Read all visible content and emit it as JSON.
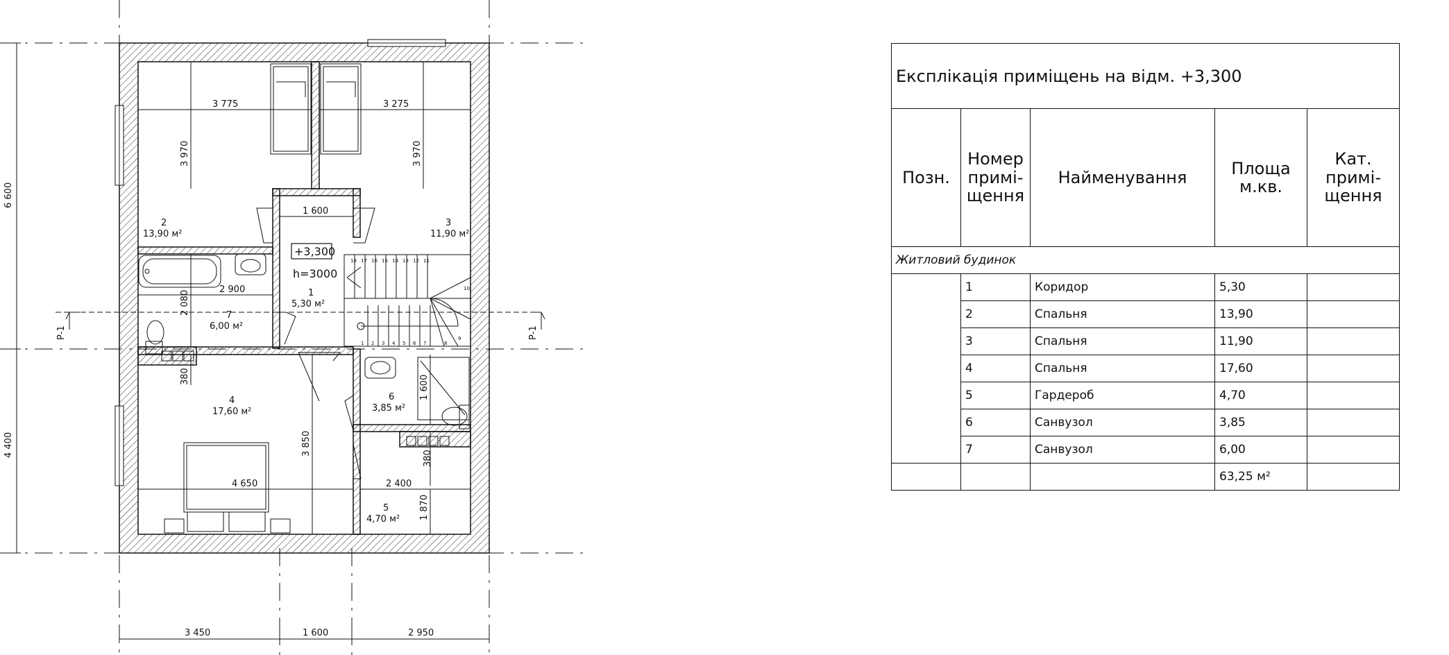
{
  "plan": {
    "level_mark": "+3,300",
    "ceiling_height": "h=3000",
    "section_mark": "Р-1",
    "rooms": [
      {
        "num": "1",
        "area": "5,30 м²"
      },
      {
        "num": "2",
        "area": "13,90 м²"
      },
      {
        "num": "3",
        "area": "11,90 м²"
      },
      {
        "num": "4",
        "area": "17,60 м²"
      },
      {
        "num": "5",
        "area": "4,70 м²"
      },
      {
        "num": "6",
        "area": "3,85 м²"
      },
      {
        "num": "7",
        "area": "6,00 м²"
      }
    ],
    "dims": {
      "overall_left_top": "6 600",
      "overall_left_bottom": "4 400",
      "bottom_1": "3 450",
      "bottom_2": "1 600",
      "bottom_3": "2 950",
      "room2_w": "3 775",
      "room3_w": "3 275",
      "room2_h": "3 970",
      "room3_h": "3 970",
      "corridor_w": "1 600",
      "bath_w": "2 900",
      "bath_h": "2 080",
      "duct_left": "380",
      "duct_right": "380",
      "room4_w": "4 650",
      "room5_w": "2 400",
      "room4_h": "3 850",
      "room5_h": "1 870",
      "room6_h": "1 600"
    },
    "stair_steps": [
      "18",
      "17",
      "16",
      "15",
      "14",
      "13",
      "12",
      "11",
      "10",
      "1",
      "2",
      "3",
      "4",
      "5",
      "6",
      "7",
      "8",
      "9"
    ]
  },
  "table": {
    "title": "Експлікація приміщень на відм. +3,300",
    "headers": {
      "pos": "Позн.",
      "num": [
        "Номер",
        "примі-",
        "щення"
      ],
      "name": "Найменування",
      "area": [
        "Площа",
        "м.кв."
      ],
      "cat": [
        "Кат.",
        "примі-",
        "щення"
      ]
    },
    "group": "Житловий будинок",
    "rows": [
      {
        "num": "1",
        "name": "Коридор",
        "area": "5,30"
      },
      {
        "num": "2",
        "name": "Спальня",
        "area": "13,90"
      },
      {
        "num": "3",
        "name": "Спальня",
        "area": "11,90"
      },
      {
        "num": "4",
        "name": "Спальня",
        "area": "17,60"
      },
      {
        "num": "5",
        "name": "Гардероб",
        "area": "4,70"
      },
      {
        "num": "6",
        "name": "Санвузол",
        "area": "3,85"
      },
      {
        "num": "7",
        "name": "Санвузол",
        "area": "6,00"
      }
    ],
    "total": "63,25 м²"
  }
}
